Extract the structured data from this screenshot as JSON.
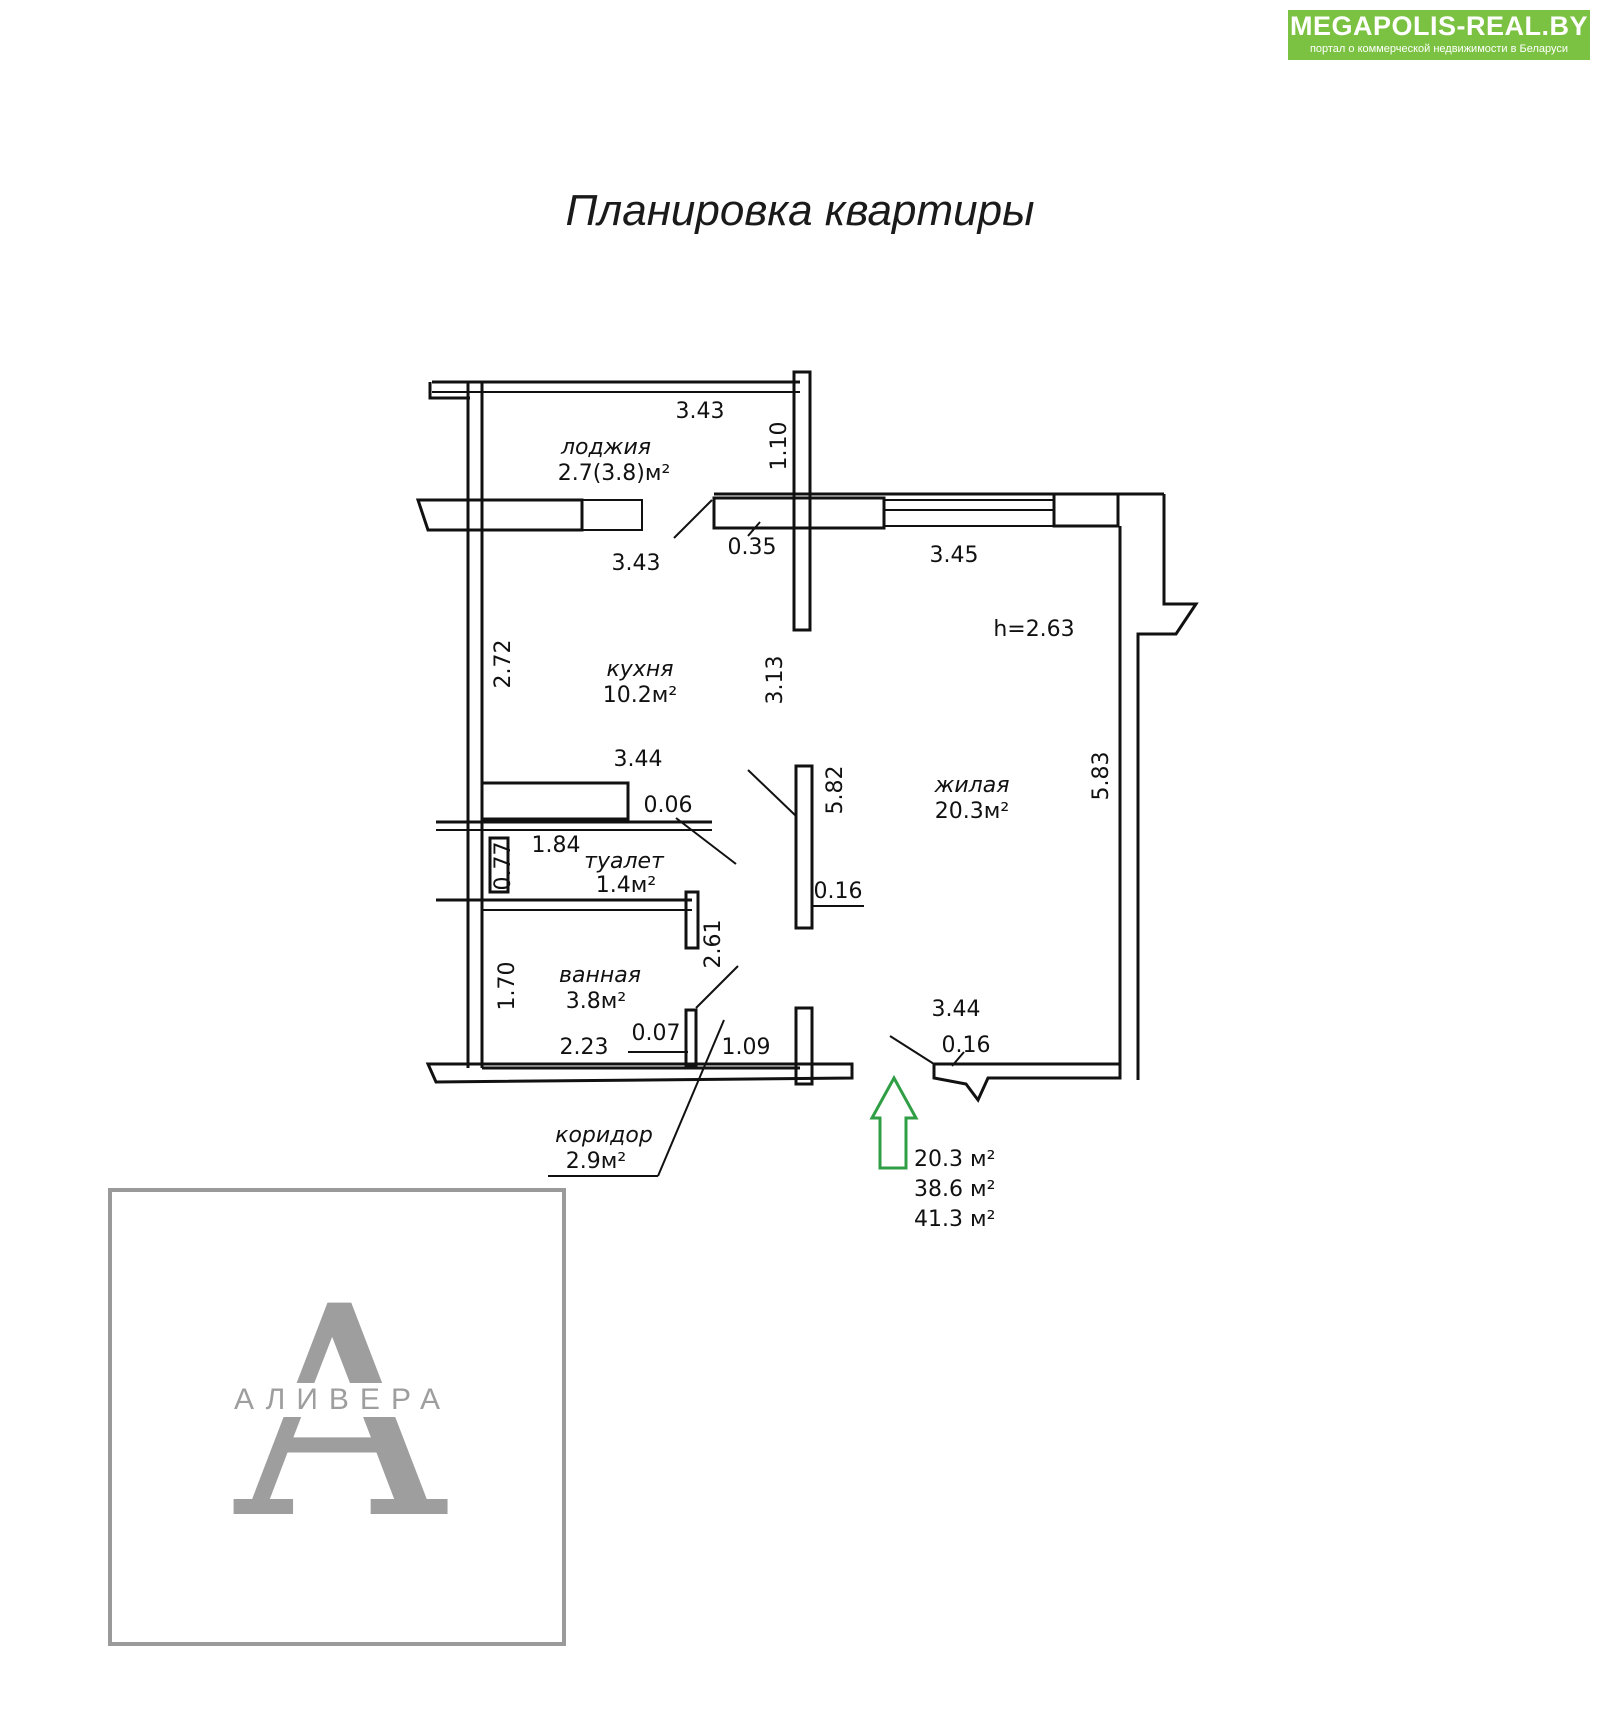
{
  "site_badge": {
    "name": "MEGAPOLIS-REAL.BY",
    "tagline": "портал о коммерческой недвижимости в Беларуси",
    "color": "#7cc242"
  },
  "title": "Планировка квартиры",
  "rooms": {
    "loggia": {
      "name": "лоджия",
      "area": "2.7(3.8)м²"
    },
    "kitchen": {
      "name": "кухня",
      "area": "10.2м²"
    },
    "living": {
      "name": "жилая",
      "area": "20.3м²"
    },
    "toilet": {
      "name": "туалет",
      "area": "1.4м²"
    },
    "bathroom": {
      "name": "ванная",
      "area": "3.8м²"
    },
    "corridor": {
      "name": "коридор",
      "area": "2.9м²"
    }
  },
  "ceiling_height": "h=2.63",
  "dimensions": {
    "loggia_width": "3.43",
    "loggia_depth": "1.10",
    "kitchen_top": "3.43",
    "wall_thickness_top": "0.35",
    "living_top": "3.45",
    "kitchen_left": "2.72",
    "kitchen_right": "3.13",
    "kitchen_bottom": "3.44",
    "partition_wall": "0.06",
    "toilet_length": "1.84",
    "toilet_width": "0.77",
    "hall_wall_length": "5.82",
    "hall_wall_thickness": "0.16",
    "living_right": "5.83",
    "bath_wall": "2.61",
    "bath_height": "1.70",
    "bath_bottom": "2.23",
    "bath_wall_thickness": "0.07",
    "corridor_bottom": "1.09",
    "living_bottom": "3.44",
    "entry_wall": "0.16"
  },
  "totals": [
    "20.3 м²",
    "38.6 м²",
    "41.3 м²"
  ],
  "entrance_arrow_color": "#2f9e44",
  "watermark": {
    "letter": "А",
    "word": "АЛИВЕРА"
  }
}
